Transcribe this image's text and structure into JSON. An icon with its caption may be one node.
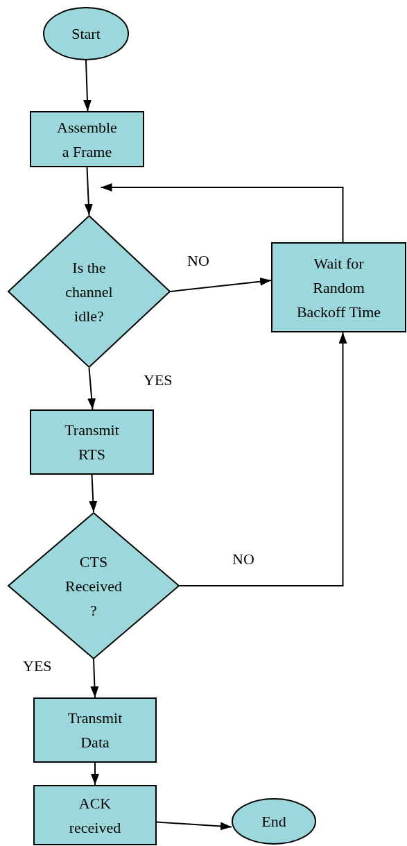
{
  "diagram": {
    "nodes": [
      {
        "text": [
          "Start"
        ]
      },
      {
        "text": [
          "Assemble a Frame"
        ]
      },
      {
        "text": [
          "Is the channel idle?"
        ]
      },
      {
        "text": [
          "Wait for Random Backoff Time"
        ]
      },
      {
        "text": [
          "Transmit RTS"
        ]
      },
      {
        "text": [
          "CTS Received ?"
        ]
      },
      {
        "text": [
          "Transmit Data"
        ]
      },
      {
        "text": [
          "ACK received"
        ]
      },
      {
        "text": [
          "End"
        ]
      }
    ],
    "edges": [
      {
        "from": 0,
        "to": 1,
        "arrow": "to"
      },
      {
        "from": 1,
        "to": 2,
        "arrow": "to"
      },
      {
        "from": 3,
        "to": 1,
        "arrow": "to"
      },
      {
        "from": 2,
        "to": 3,
        "arrow": "to",
        "label": "NO"
      },
      {
        "from": 2,
        "to": 4,
        "arrow": "to",
        "label": "YES"
      },
      {
        "from": 4,
        "to": 5,
        "arrow": "to"
      },
      {
        "from": 5,
        "to": 3,
        "arrow": "to",
        "label": "NO"
      },
      {
        "from": 5,
        "to": 6,
        "arrow": "to",
        "label": "YES"
      },
      {
        "from": 6,
        "to": 7,
        "arrow": "to"
      },
      {
        "from": 7,
        "to": 8,
        "arrow": "to"
      }
    ]
  }
}
